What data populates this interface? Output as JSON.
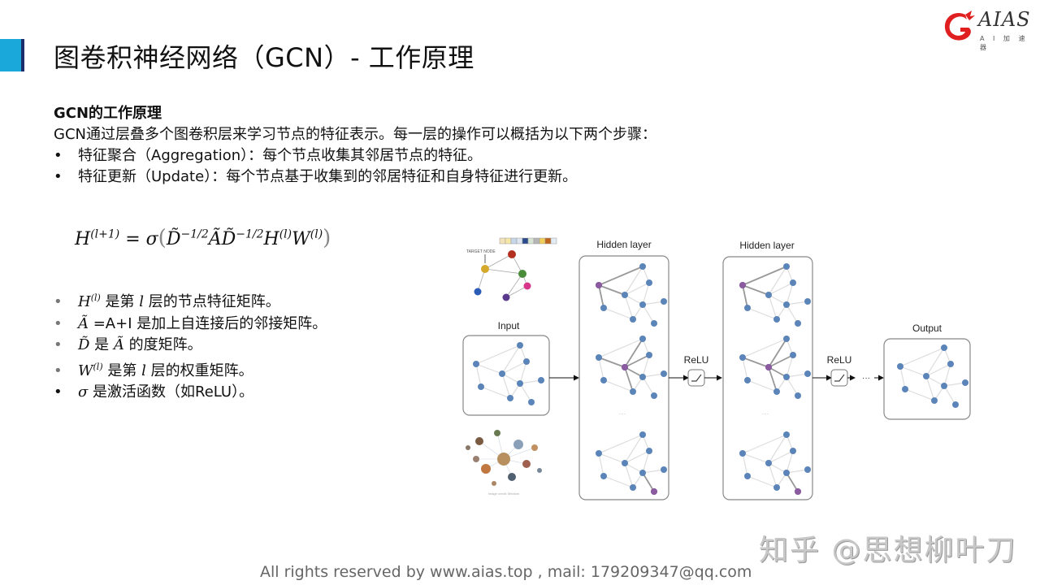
{
  "header": {
    "title": "图卷积神经网络（GCN）- 工作原理",
    "accent_color": "#1aa7d9",
    "accent_edge_color": "#1b2e6b"
  },
  "logo": {
    "brand": "AIAS",
    "subtitle": "A I 加 速 器",
    "icon": "dragon-logo-icon",
    "color": "#e02020"
  },
  "intro": {
    "heading": "GCN的工作原理",
    "paragraph": "GCN通过层叠多个图卷积层来学习节点的特征表示。每一层的操作可以概括为以下两个步骤：",
    "bullets": [
      "特征聚合（Aggregation）：每个节点收集其邻居节点的特征。",
      "特征更新（Update）：每个节点基于收集到的邻居特征和自身特征进行更新。"
    ],
    "bullet_char": "•"
  },
  "formula": {
    "lhs": "H",
    "lhs_sup": "(l+1)",
    "eq": " = σ",
    "open": "(",
    "d1": "D̃",
    "d1_sup": "−1/2",
    "a": "ÃD̃",
    "a_sup": "−1/2",
    "h": "H",
    "h_sup": "(l)",
    "w": "W",
    "w_sup": "(l)",
    "close": ")"
  },
  "definitions": [
    {
      "sym": "H",
      "sup": "(l)",
      "text": " 是第 ",
      "var": "l",
      "text2": " 层的节点特征矩阵。"
    },
    {
      "sym": "Ã",
      "sup": "",
      "text": " =A+I 是加上自连接后的邻接矩阵。",
      "var": "",
      "text2": ""
    },
    {
      "sym": "D̃",
      "sup": "",
      "text": " 是 ",
      "var": "Ã",
      "text2": " 的度矩阵。"
    },
    {
      "sym": "W",
      "sup": "(l)",
      "text": " 是第 ",
      "var": "l",
      "text2": " 层的权重矩阵。"
    },
    {
      "sym": "σ",
      "sup": "",
      "text": " 是激活函数（如ReLU）。",
      "var": "",
      "text2": ""
    }
  ],
  "diagram": {
    "labels": {
      "input": "Input",
      "hidden1": "Hidden layer",
      "hidden2": "Hidden layer",
      "output": "Output",
      "relu1": "ReLU",
      "relu2": "ReLU",
      "target_node": "TARGET NODE",
      "ellipsis": "···",
      "image_credit": "Image credit: Medium"
    },
    "node_color": "#5b84b8",
    "highlight_color": "#8c5a9e",
    "edge_color": "#d8d8d8",
    "highlight_edge_color": "#8f8f8f"
  },
  "watermark": "知乎 @思想柳叶刀",
  "footer": "All rights reserved by www.aias.top , mail: 179209347@qq.com"
}
